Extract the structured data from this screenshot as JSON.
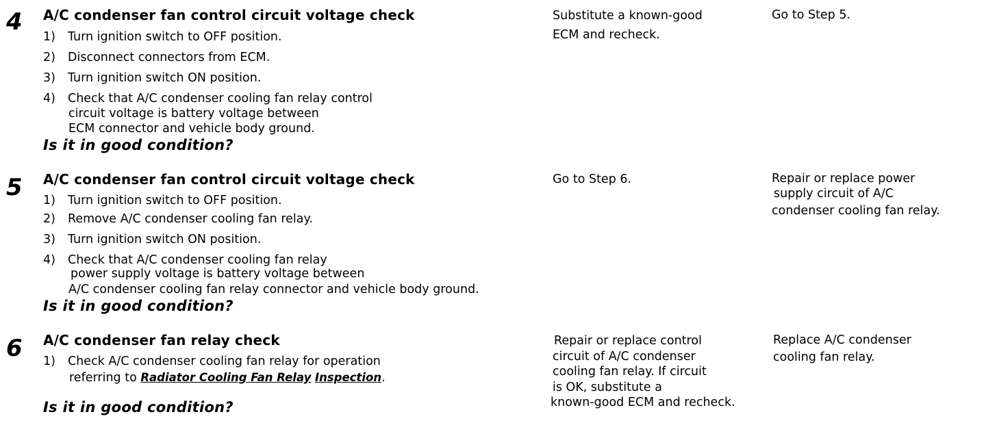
{
  "steps": [
    {
      "number": "4",
      "title": "A/C condenser fan control circuit voltage check",
      "items": [
        {
          "n": "1)",
          "text": "Turn ignition switch to OFF position."
        },
        {
          "n": "2)",
          "text": "Disconnect connectors from ECM."
        },
        {
          "n": "3)",
          "text": "Turn ignition switch ON position."
        },
        {
          "n": "4)",
          "text": "Check that A/C condenser cooling fan relay control",
          "cont": [
            "circuit voltage is battery voltage between",
            "ECM connector and vehicle body ground."
          ]
        }
      ],
      "question": "Is it in good condition?",
      "yes": [
        "Substitute a known-good",
        "ECM and recheck."
      ],
      "no": [
        "Go to Step 5."
      ]
    },
    {
      "number": "5",
      "title": "A/C condenser fan control circuit voltage check",
      "items": [
        {
          "n": "1)",
          "text": "Turn ignition switch to OFF position."
        },
        {
          "n": "2)",
          "text": "Remove A/C condenser cooling fan relay."
        },
        {
          "n": "3)",
          "text": "Turn ignition switch ON position."
        },
        {
          "n": "4)",
          "text": "Check that A/C condenser cooling fan relay",
          "cont": [
            "power supply voltage is battery voltage between",
            "A/C condenser cooling fan relay connector and vehicle body ground."
          ]
        }
      ],
      "question": "Is it in good condition?",
      "yes": [
        "Go to Step 6."
      ],
      "no": [
        "Repair or replace power",
        "supply circuit of A/C",
        "condenser cooling fan relay."
      ]
    },
    {
      "number": "6",
      "title": "A/C condenser fan relay check",
      "items": [
        {
          "n": "1)",
          "text": "Check A/C condenser cooling fan relay for operation",
          "cont_prefix": "referring to ",
          "link1": "Radiator Cooling Fan Relay",
          "link2": "Inspection",
          "cont_suffix": "."
        }
      ],
      "question": "Is it in good condition?",
      "yes": [
        "Repair or replace control",
        "circuit of A/C condenser",
        "cooling fan relay. If circuit",
        "is OK, substitute a",
        "known-good ECM and recheck."
      ],
      "no": [
        "Replace A/C condenser",
        "cooling fan relay."
      ]
    }
  ]
}
